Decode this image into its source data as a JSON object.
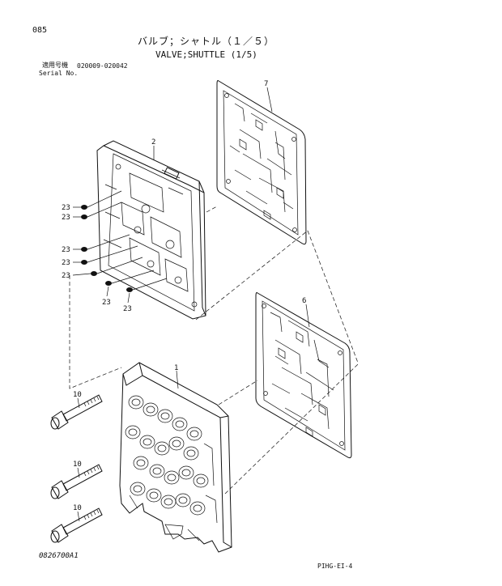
{
  "header": {
    "page_number": "085",
    "title_jp": "バルブ；シャトル（１／５）",
    "title_en": "VALVE;SHUTTLE (1/5)",
    "serial_label_jp": "適用号機",
    "serial_range": "020009-020042",
    "serial_label_en": "Serial No."
  },
  "callouts": {
    "part_1": "1",
    "part_2": "2",
    "part_6": "6",
    "part_7": "7",
    "part_10": "10",
    "part_23": "23"
  },
  "footer": {
    "figure_code": "0826700A1",
    "reference_code": "PIHG-EI-4"
  }
}
